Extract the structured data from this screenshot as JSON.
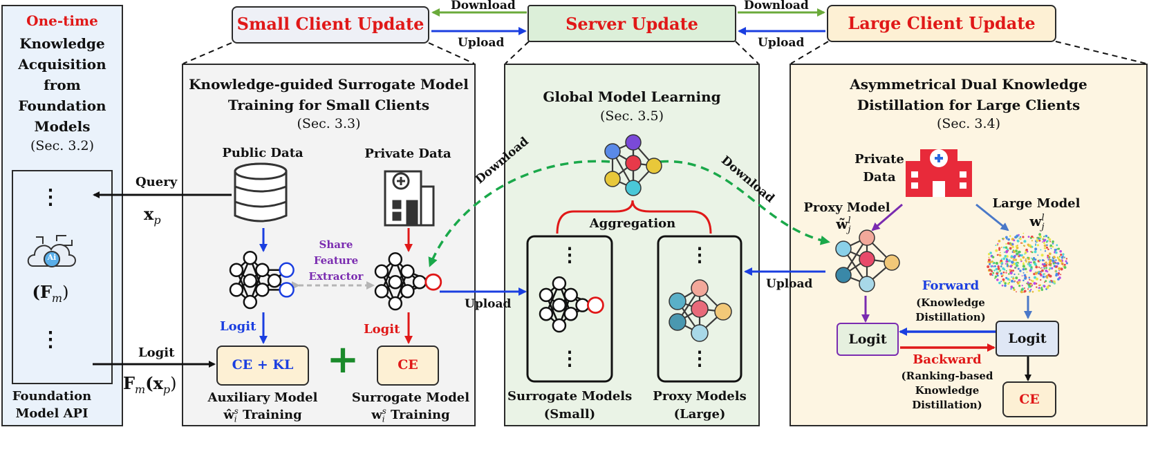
{
  "top": {
    "small_client": "Small Client Update",
    "server": "Server Update",
    "large_client": "Large Client Update",
    "download_left": "Download",
    "upload_left": "Upload",
    "download_right": "Download",
    "upload_right": "Upload"
  },
  "foundation": {
    "title_red": "One-time",
    "title_lines": [
      "Knowledge",
      "Acquisition",
      "from",
      "Foundation",
      "Models"
    ],
    "sec": "(Sec. 3.2)",
    "model_symbol": "(F",
    "model_sub": "m",
    "model_close": ")",
    "api_line1": "Foundation",
    "api_line2": "Model API",
    "dots": "⋮",
    "ai_badge": "Ai"
  },
  "query": {
    "label": "Query",
    "var": "x",
    "sub": "p"
  },
  "logit_in": {
    "label": "Logit",
    "expr_f": "F",
    "expr_m": "m",
    "expr_rest": "(x",
    "expr_p": "p",
    "expr_close": ")"
  },
  "small": {
    "title1": "Knowledge-guided Surrogate Model",
    "title2": "Training for Small Clients",
    "sec": "(Sec. 3.3)",
    "public_data": "Public Data",
    "private_data": "Private Data",
    "share1": "Share",
    "share2": "Feature",
    "share3": "Extractor",
    "logit_blue": "Logit",
    "logit_red": "Logit",
    "ce_kl": "CE + KL",
    "ce": "CE",
    "plus": "+",
    "aux_line1": "Auxiliary Model",
    "aux_line2_w": "ŵ",
    "aux_line2_i": "i",
    "aux_line2_s": "s",
    "aux_line2_rest": " Training",
    "sur_line1": "Surrogate Model",
    "sur_line2_w": "w",
    "sur_line2_i": "i",
    "sur_line2_s": "s",
    "sur_line2_rest": " Training",
    "upload": "Upload"
  },
  "server": {
    "title": "Global Model Learning",
    "sec": "(Sec. 3.5)",
    "aggregation": "Aggregation",
    "surrogate1": "Surrogate Models",
    "surrogate2": "(Small)",
    "proxy1": "Proxy Models",
    "proxy2": "(Large)",
    "download_left": "Download",
    "download_right": "Download",
    "dots": "⋮"
  },
  "large": {
    "title1": "Asymmetrical Dual Knowledge",
    "title2": "Distillation for Large Clients",
    "sec": "(Sec. 3.4)",
    "private1": "Private",
    "private2": "Data",
    "proxy_label": "Proxy Model",
    "proxy_w": "w̃",
    "proxy_j": "j",
    "proxy_l": "l",
    "large_label": "Large Model",
    "large_w": "w",
    "large_j": "j",
    "large_l": "l",
    "upload": "Upload",
    "forward": "Forward",
    "forward_sub1": "(Knowledge",
    "forward_sub2": "Distillation)",
    "backward": "Backward",
    "backward_sub1": "(Ranking-based",
    "backward_sub2": "Knowledge",
    "backward_sub3": "Distillation)",
    "logit_left": "Logit",
    "logit_right": "Logit",
    "ce": "CE"
  },
  "colors": {
    "red": "#e01818",
    "blue": "#1a3ee0",
    "green_dash": "#1aa84a",
    "purple": "#7a2bb0",
    "gray_panel": "#f3f3f3",
    "green_panel": "#eaf3e6",
    "yellow_panel": "#fdf5e2",
    "blue_panel": "#eaf2fb"
  }
}
